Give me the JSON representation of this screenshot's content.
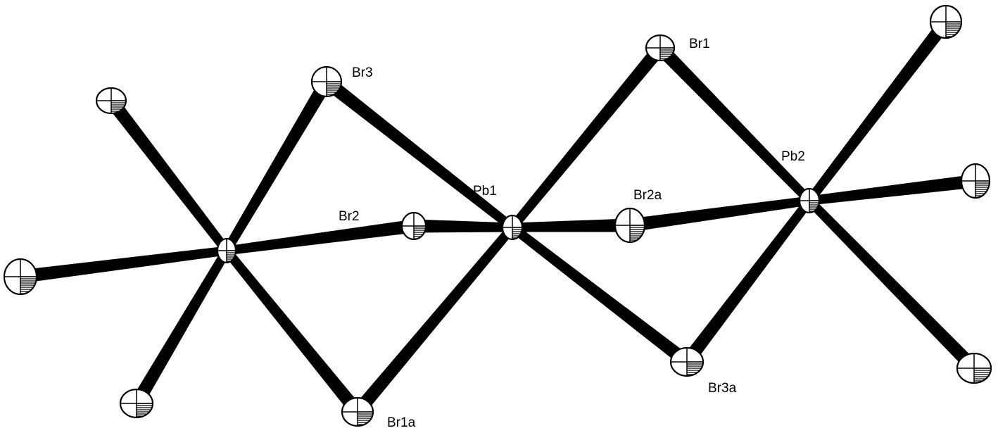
{
  "diagram": {
    "atoms": [
      {
        "id": "pb0",
        "element": "Pb",
        "label": ""
      },
      {
        "id": "pb1",
        "element": "Pb",
        "label": "Pb1"
      },
      {
        "id": "pb2",
        "element": "Pb",
        "label": "Pb2"
      },
      {
        "id": "br1",
        "element": "Br",
        "label": "Br1"
      },
      {
        "id": "br2",
        "element": "Br",
        "label": "Br2"
      },
      {
        "id": "br3",
        "element": "Br",
        "label": "Br3"
      },
      {
        "id": "br1a",
        "element": "Br",
        "label": "Br1a"
      },
      {
        "id": "br2a",
        "element": "Br",
        "label": "Br2a"
      },
      {
        "id": "br3a",
        "element": "Br",
        "label": "Br3a"
      },
      {
        "id": "brL_top",
        "element": "Br",
        "label": ""
      },
      {
        "id": "brL_left",
        "element": "Br",
        "label": ""
      },
      {
        "id": "brL_bot",
        "element": "Br",
        "label": ""
      },
      {
        "id": "brR_top",
        "element": "Br",
        "label": ""
      },
      {
        "id": "brR_right",
        "element": "Br",
        "label": ""
      },
      {
        "id": "brR_bot",
        "element": "Br",
        "label": ""
      }
    ],
    "bonds": [
      [
        "pb0",
        "brL_top"
      ],
      [
        "pb0",
        "brL_left"
      ],
      [
        "pb0",
        "brL_bot"
      ],
      [
        "pb0",
        "br3"
      ],
      [
        "pb0",
        "br2"
      ],
      [
        "pb0",
        "br1a"
      ],
      [
        "pb1",
        "br3"
      ],
      [
        "pb1",
        "br2"
      ],
      [
        "pb1",
        "br1a"
      ],
      [
        "pb1",
        "br1"
      ],
      [
        "pb1",
        "br2a"
      ],
      [
        "pb1",
        "br3a"
      ],
      [
        "pb2",
        "br1"
      ],
      [
        "pb2",
        "br2a"
      ],
      [
        "pb2",
        "br3a"
      ],
      [
        "pb2",
        "brR_top"
      ],
      [
        "pb2",
        "brR_right"
      ],
      [
        "pb2",
        "brR_bot"
      ]
    ]
  }
}
